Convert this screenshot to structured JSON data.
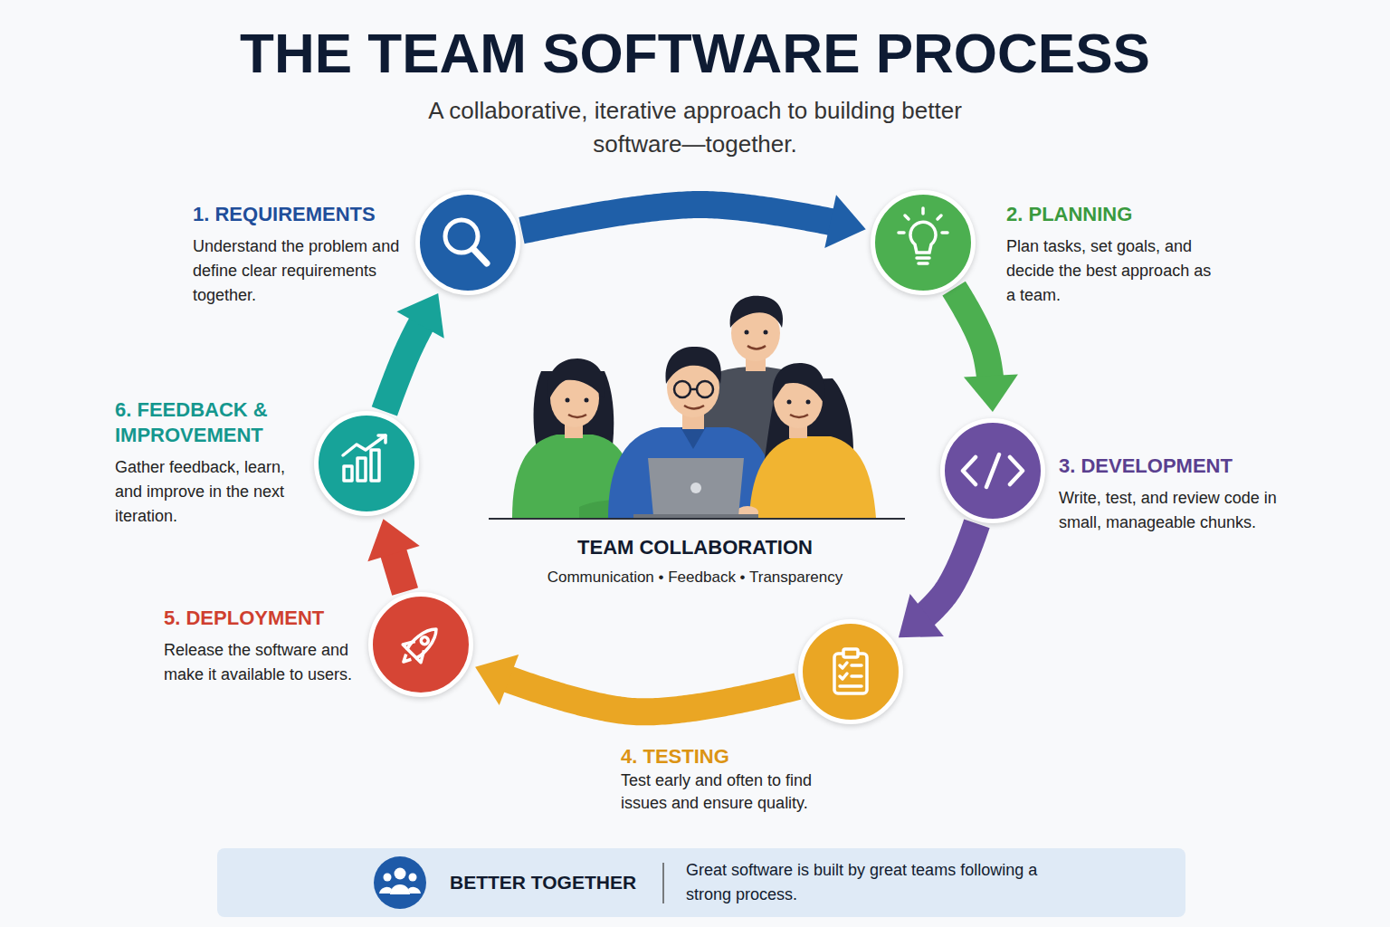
{
  "diagram": {
    "title": "THE TEAM SOFTWARE PROCESS",
    "nodes": [
      {
        "text": [
          "1. REQUIREMENTS",
          "Understand the problem and define clear requirements together."
        ]
      },
      {
        "text": [
          "2. PLANNING",
          "Plan tasks, set goals, and decide the best approach as a team."
        ]
      },
      {
        "text": [
          "3. DEVELOPMENT",
          "Write, test, and review code in small, manageable chunks."
        ]
      },
      {
        "text": [
          "4. TESTING",
          "Test early and often to find issues and ensure quality."
        ]
      },
      {
        "text": [
          "5. DEPLOYMENT",
          "Release the software and make it available to users."
        ]
      },
      {
        "text": [
          "6. FEEDBACK & IMPROVEMENT",
          "Gather feedback, learn, and improve in the next iteration."
        ]
      },
      {
        "text": [
          "TEAM COLLABORATION",
          "Communication • Feedback • Transparency"
        ]
      },
      {
        "text": [
          "BETTER TOGETHER",
          "Great software is built by great teams following a strong process."
        ]
      }
    ],
    "edges": [
      {
        "from": 0,
        "to": 1,
        "arrow": "to"
      },
      {
        "from": 1,
        "to": 2,
        "arrow": "to"
      },
      {
        "from": 2,
        "to": 3,
        "arrow": "to"
      },
      {
        "from": 3,
        "to": 4,
        "arrow": "to"
      },
      {
        "from": 4,
        "to": 5,
        "arrow": "to"
      },
      {
        "from": 5,
        "to": 0,
        "arrow": "to"
      }
    ],
    "labels": [
      "A collaborative, iterative approach to building better software—together."
    ]
  }
}
